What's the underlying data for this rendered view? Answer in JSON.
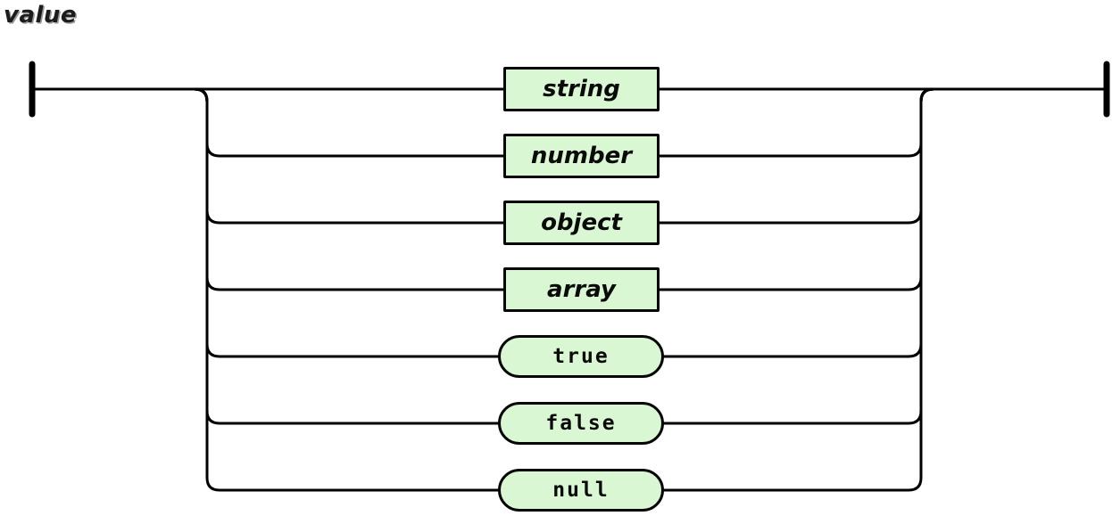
{
  "title": "value",
  "diagram": {
    "type": "railroad-syntax-diagram",
    "rule_name": "value",
    "alternatives_count": 7,
    "nodes": [
      {
        "label": "string",
        "kind": "nonterminal"
      },
      {
        "label": "number",
        "kind": "nonterminal"
      },
      {
        "label": "object",
        "kind": "nonterminal"
      },
      {
        "label": "array",
        "kind": "nonterminal"
      },
      {
        "label": "true",
        "kind": "terminal"
      },
      {
        "label": "false",
        "kind": "terminal"
      },
      {
        "label": "null",
        "kind": "terminal"
      }
    ],
    "colors": {
      "node_fill": "#d9f7d2",
      "node_border": "#060606",
      "line": "#000000",
      "background": "#ffffff"
    }
  }
}
